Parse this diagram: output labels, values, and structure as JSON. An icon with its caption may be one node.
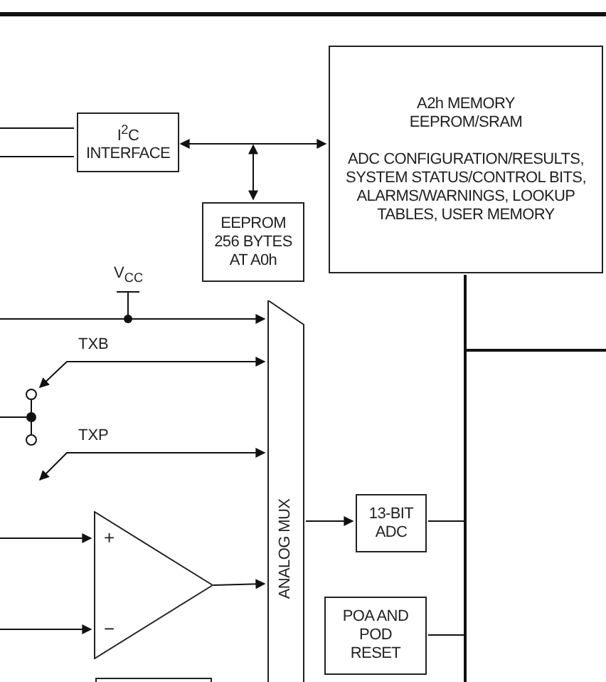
{
  "diagram": {
    "nodes": [
      {
        "text": [
          "I$^{2}$C INTERFACE"
        ]
      },
      {
        "text": [
          "A2h MEMORY EEPROM/SRAM",
          "ADC CONFIGURATION/RESULTS, SYSTEM STATUS/CONTROL BITS, ALARMS/WARNINGS, LOOKUP TABLES, USER MEMORY"
        ]
      },
      {
        "text": [
          "EEPROM 256 BYTES AT A0h"
        ]
      },
      {
        "text": [
          "ANALOG MUX"
        ]
      },
      {
        "text": [
          "13-BIT ADC"
        ]
      },
      {
        "text": [
          "POA AND POD RESET"
        ]
      },
      {
        "text": [
          "+",
          "−"
        ]
      },
      {
        "text": [],
        "shape": "box"
      }
    ],
    "edges": [
      {
        "from": 0,
        "to": 1,
        "arrow": "both"
      },
      {
        "from": null,
        "to": 2,
        "arrow": "both"
      },
      {
        "from": 3,
        "to": 4,
        "arrow": "to"
      },
      {
        "from": 6,
        "to": 3,
        "arrow": "to"
      },
      {
        "from": null,
        "to": 6,
        "arrow": "to"
      },
      {
        "from": null,
        "to": 6,
        "arrow": "to"
      },
      {
        "from": null,
        "to": 3,
        "arrow": "both",
        "label": "TXB"
      },
      {
        "from": null,
        "to": 3,
        "arrow": "both",
        "label": "TXP"
      },
      {
        "from": null,
        "to": 3,
        "arrow": "to"
      },
      {
        "from": 4,
        "to": 1,
        "arrow": "none"
      },
      {
        "from": 5,
        "to": 1,
        "arrow": "none"
      },
      {
        "from": null,
        "to": 0,
        "arrow": "none"
      },
      {
        "from": null,
        "to": 0,
        "arrow": "none"
      }
    ],
    "labels": [
      "V$_{CC}$"
    ]
  }
}
